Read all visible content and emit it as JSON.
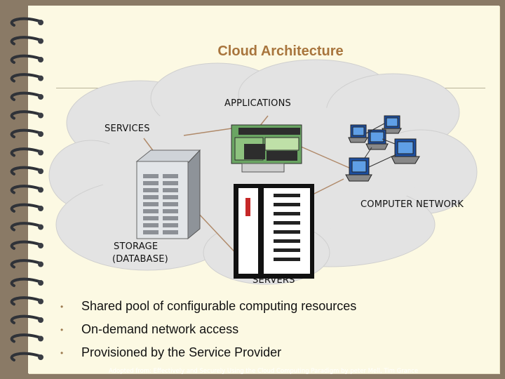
{
  "slide": {
    "title": "Cloud Architecture",
    "diagram": {
      "applications_label": "APPLICATIONS",
      "services_label": "SERVICES",
      "network_label": "COMPUTER NETWORK",
      "storage_label_line1": "STORAGE",
      "storage_label_line2": "(DATABASE)",
      "servers_label": "SERVERS"
    },
    "bullets": [
      "Shared pool of configurable computing resources",
      "On-demand network access",
      "Provisioned by the Service Provider"
    ],
    "footer": "Adopted from: Effectively and Securely Using the Cloud Computing Paradigm by peter Mell, Tim Grance"
  },
  "colors": {
    "background": "#8a7a66",
    "paper": "#fcf9e3",
    "title": "#a8753d",
    "cloud": "#e3e3e3",
    "connector": "#b08a6a"
  }
}
